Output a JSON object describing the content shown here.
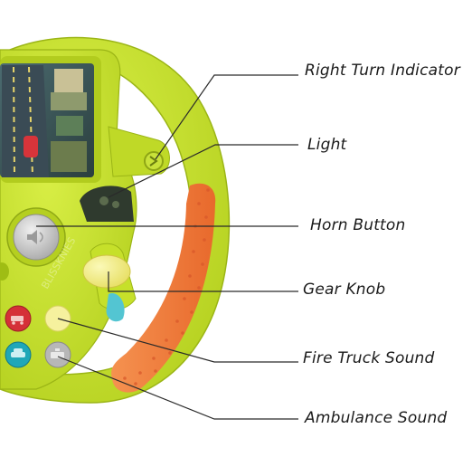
{
  "colors": {
    "toy_body": "#c6e02a",
    "toy_body_dark": "#a9c51c",
    "grip": "#f07a3c",
    "leader_line": "#2a2a2a",
    "text": "#1a1a1a"
  },
  "watermark": "BLISSKNIES",
  "labels": {
    "right_turn_indicator": "Right Turn Indicator",
    "light": "Light",
    "horn_button": "Horn Button",
    "gear_knob": "Gear Knob",
    "fire_truck_sound": "Fire Truck Sound",
    "ambulance_sound": "Ambulance Sound"
  },
  "icons": [
    "speaker-icon",
    "fire-truck-icon",
    "car-icon",
    "ambulance-icon"
  ]
}
